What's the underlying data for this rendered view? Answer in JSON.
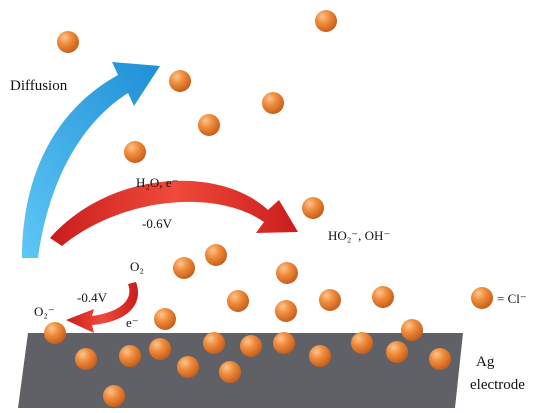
{
  "labels": {
    "diffusion": "Diffusion",
    "upper_reactants": "H₂O, e⁻",
    "upper_potential": "-0.6V",
    "upper_products": "HO₂⁻, OH⁻",
    "lower_reactant": "O₂",
    "lower_potential": "-0.4V",
    "lower_product": "O₂⁻",
    "lower_electron": "e⁻",
    "legend_text": "= Cl⁻",
    "electrode_line1": "Ag",
    "electrode_line2": "electrode"
  },
  "colors": {
    "ion": "#ee8a3c",
    "electrode": "#5f6166",
    "diffusion_arrow": "#3aa6e6",
    "reaction_arrow": "#e8362c"
  },
  "icons": {
    "chloride_ion": "orange-sphere",
    "electrode": "gray-slab"
  }
}
